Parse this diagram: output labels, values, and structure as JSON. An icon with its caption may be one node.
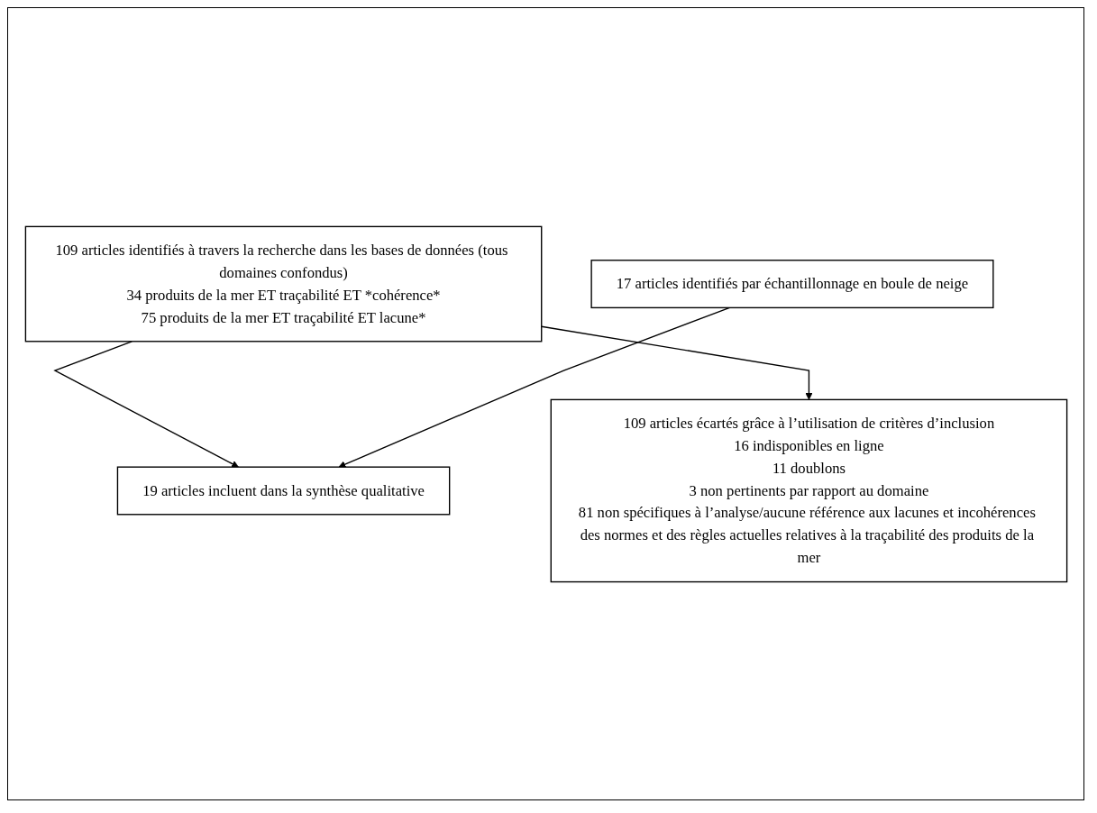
{
  "diagram": {
    "nodes": [
      {
        "text": [
          "109 articles identifiés à travers la recherche dans les bases de données (tous domaines confondus)",
          "34 produits de la mer ET traçabilité ET *cohérence*",
          "75 produits de la mer ET traçabilité ET lacune*"
        ]
      },
      {
        "text": [
          "17 articles identifiés par échantillonnage en boule de neige"
        ]
      },
      {
        "text": [
          "109 articles écartés grâce à l’utilisation de critères d’inclusion",
          "16 indisponibles en ligne",
          "11 doublons",
          "3 non pertinents par rapport au domaine",
          "81 non spécifiques à l’analyse/aucune référence aux lacunes et incohérences des normes et des règles actuelles relatives à la traçabilité des produits de la mer"
        ]
      },
      {
        "text": [
          "19 articles incluent dans la synthèse qualitative"
        ]
      }
    ],
    "edges": [
      {
        "from": 0,
        "to": 3,
        "arrow": "to"
      },
      {
        "from": 1,
        "to": 3,
        "arrow": "to"
      },
      {
        "from": 0,
        "to": 2,
        "arrow": "to"
      }
    ]
  }
}
